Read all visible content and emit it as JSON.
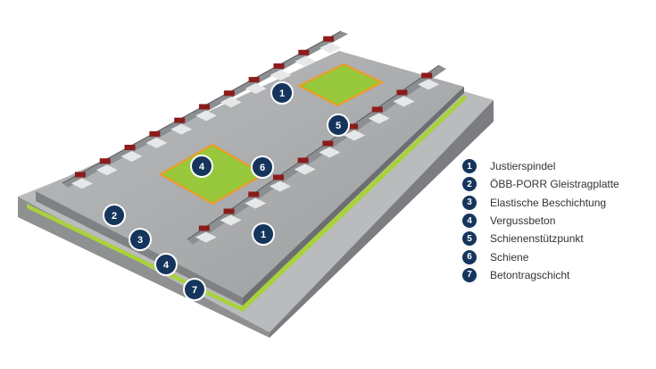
{
  "colors": {
    "marker": "#15355c",
    "slab_top": "#a9abad",
    "base_top": "#b7b9bb",
    "elastic_layer": "#a8d23a",
    "grout_fill": "#98c83b",
    "grout_border": "#f39a1e",
    "rail": "#8c8f92",
    "fastening_red": "#8b1c1c"
  },
  "markers": [
    "1",
    "1",
    "5",
    "6",
    "4",
    "2",
    "3",
    "4",
    "7"
  ],
  "legend": [
    {
      "number": "1",
      "label": "Justierspindel"
    },
    {
      "number": "2",
      "label": "ÖBB-PORR Gleistragplatte"
    },
    {
      "number": "3",
      "label": "Elastische Beschichtung"
    },
    {
      "number": "4",
      "label": "Vergussbeton"
    },
    {
      "number": "5",
      "label": "Schienenstützpunkt"
    },
    {
      "number": "6",
      "label": "Schiene"
    },
    {
      "number": "7",
      "label": "Betontragschicht"
    }
  ]
}
